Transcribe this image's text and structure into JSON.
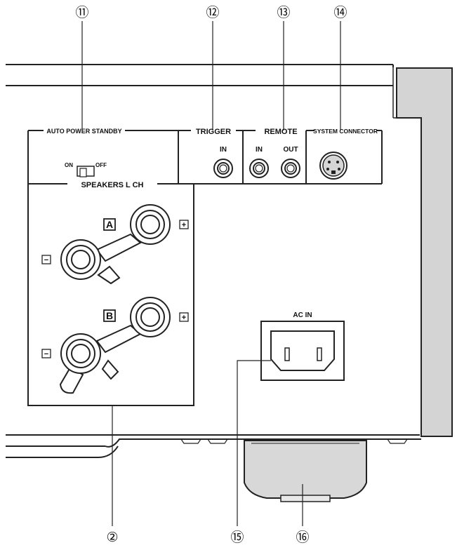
{
  "callouts": {
    "c11": "⑪",
    "c12": "⑫",
    "c13": "⑬",
    "c14": "⑭",
    "c2": "②",
    "c15": "⑮",
    "c16": "⑯"
  },
  "panel": {
    "auto_power_standby": "AUTO POWER STANDBY",
    "switch_on": "ON",
    "switch_off": "OFF",
    "speakers": "SPEAKERS L CH",
    "trigger": "TRIGGER",
    "trigger_in": "IN",
    "remote": "REMOTE",
    "remote_in": "IN",
    "remote_out": "OUT",
    "system_connector": "SYSTEM CONNECTOR",
    "terminal_a": "A",
    "terminal_b": "B",
    "plus": "+",
    "minus": "−",
    "ac_in": "AC IN"
  }
}
